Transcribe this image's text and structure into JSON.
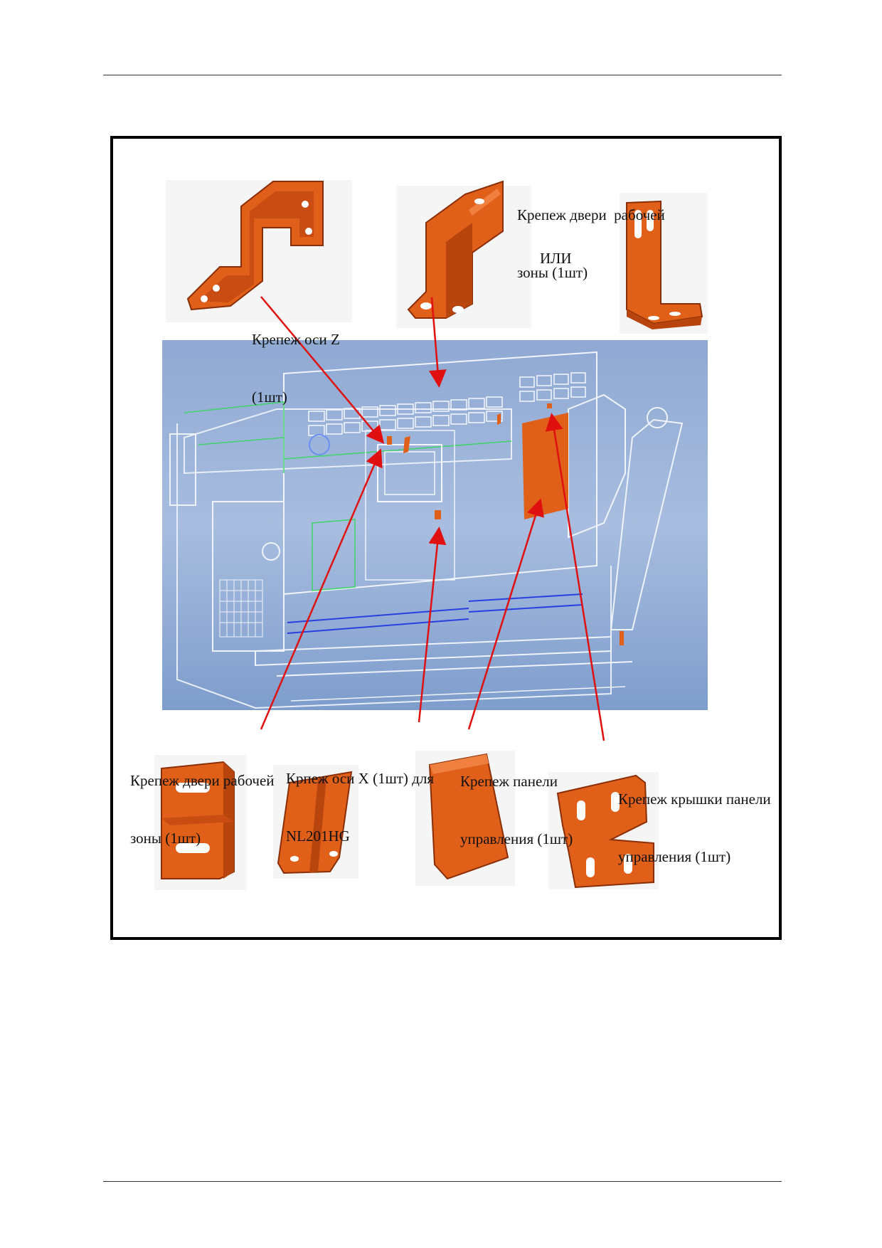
{
  "figure": {
    "labels": {
      "door_bracket_top": [
        "Крепеж двери  рабочей",
        "зоны (1шт)"
      ],
      "or_text": "ИЛИ",
      "z_axis_bracket": [
        "Крепеж оси Z",
        "(1шт)"
      ],
      "door_bracket_bottom": [
        "Крепеж двери рабочей",
        "зоны (1шт)"
      ],
      "x_axis_bracket": [
        "Крпеж оси X (1шт) для",
        "NL201HG"
      ],
      "control_panel_bracket": [
        "Крепеж панели",
        "управления (1шт)"
      ],
      "control_panel_cover_bracket": [
        "Крепеж крышки панели",
        "управления (1шт)"
      ]
    },
    "colors": {
      "part_orange": "#e0601a",
      "part_dark": "#b8440e",
      "arrow_red": "#e01010",
      "machine_bg": "#9db3d6",
      "frame": "#000000"
    }
  }
}
